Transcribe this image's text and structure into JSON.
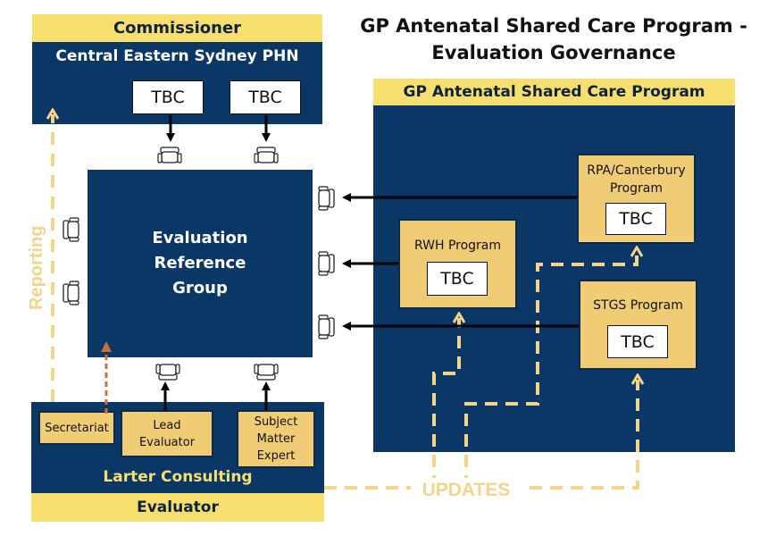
{
  "title": {
    "line1": "GP Antenatal Shared Care Program -",
    "line2": "Evaluation Governance"
  },
  "commissioner": {
    "role": "Commissioner",
    "org": "Central Eastern Sydney PHN",
    "members": [
      "TBC",
      "TBC"
    ]
  },
  "reference_group": {
    "line1": "Evaluation",
    "line2": "Reference",
    "line3": "Group"
  },
  "program_panel": {
    "title": "GP Antenatal Shared Care Program",
    "programs": [
      {
        "name_line1": "RPA/Canterbury",
        "name_line2": "Program",
        "member": "TBC"
      },
      {
        "name_line1": "RWH Program",
        "name_line2": "",
        "member": "TBC"
      },
      {
        "name_line1": "STGS Program",
        "name_line2": "",
        "member": "TBC"
      }
    ]
  },
  "evaluator": {
    "org": "Larter Consulting",
    "role": "Evaluator",
    "members": [
      {
        "line1": "Secretariat",
        "line2": "",
        "line3": ""
      },
      {
        "line1": "Lead",
        "line2": "Evaluator",
        "line3": ""
      },
      {
        "line1": "Subject",
        "line2": "Matter",
        "line3": "Expert"
      }
    ]
  },
  "flows": {
    "reporting": "Reporting",
    "updates": "UPDATES"
  },
  "colors": {
    "navy": "#0b3766",
    "yellow": "#f7df6f",
    "tan": "#f0cd74",
    "dashed_line": "#f3d58a",
    "secretariat_arrow": "#c8703a"
  }
}
